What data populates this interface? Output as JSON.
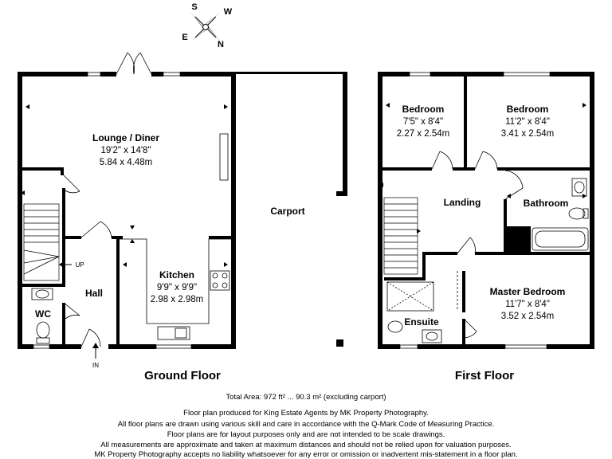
{
  "compass": {
    "north": "N",
    "south": "S",
    "east": "E",
    "west": "W",
    "icon": "compass-rose-icon"
  },
  "ground_floor": {
    "title": "Ground Floor",
    "rooms": {
      "lounge": {
        "name": "Lounge / Diner",
        "imperial": "19'2\" x 14'8\"",
        "metric": "5.84 x 4.48m"
      },
      "kitchen": {
        "name": "Kitchen",
        "imperial": "9'9\" x 9'9\"",
        "metric": "2.98 x 2.98m"
      },
      "hall": {
        "name": "Hall"
      },
      "wc": {
        "name": "WC"
      },
      "carport": {
        "name": "Carport"
      }
    },
    "labels": {
      "up": "UP",
      "in": "IN"
    }
  },
  "first_floor": {
    "title": "First Floor",
    "rooms": {
      "bedroom1": {
        "name": "Bedroom",
        "imperial": "7'5\" x 8'4\"",
        "metric": "2.27 x 2.54m"
      },
      "bedroom2": {
        "name": "Bedroom",
        "imperial": "11'2\" x 8'4\"",
        "metric": "3.41 x 2.54m"
      },
      "landing": {
        "name": "Landing"
      },
      "bathroom": {
        "name": "Bathroom"
      },
      "master": {
        "name": "Master Bedroom",
        "imperial": "11'7\" x 8'4\"",
        "metric": "3.52 x 2.54m"
      },
      "ensuite": {
        "name": "Ensuite"
      }
    }
  },
  "total_area": "Total Area: 972 ft² ... 90.3 m² (excluding carport)",
  "footer": [
    "Floor plan produced for King Estate Agents by MK Property Photography.",
    "All floor plans are drawn using various skill and care in accordance with the Q-Mark Code of Measuring Practice.",
    "Floor plans are for layout purposes only and are not intended to be scale drawings.",
    "All measurements are approximate and taken at maximum distances and should not be relied upon for valuation purposes.",
    "MK Property Photography accepts no liability whatsoever for any error or omission or inadvertent mis-statement in a floor plan."
  ]
}
